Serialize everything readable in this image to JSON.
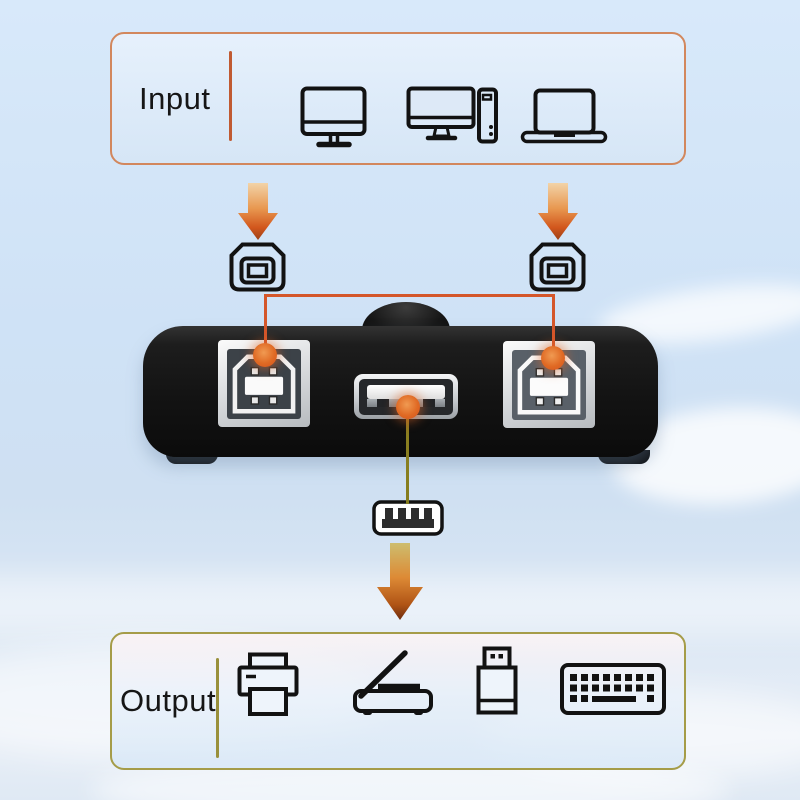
{
  "diagram_title": "usb-sharing-switch-connection-diagram",
  "sections": {
    "input": {
      "label": "Input",
      "border_color": "#d2875d",
      "divider_color": "#c05a32",
      "device_icons": [
        "monitor-icon",
        "desktop-pc-icon",
        "laptop-icon"
      ]
    },
    "output": {
      "label": "Output",
      "border_color": "#a59c48",
      "divider_color": "#99903b",
      "device_icons": [
        "printer-icon",
        "scanner-icon",
        "usb-flash-drive-icon",
        "keyboard-icon"
      ]
    }
  },
  "switch_device": {
    "name": "usb-sharing-switch",
    "body_color": "#131313",
    "ports": [
      "usb-b-port-left",
      "usb-a-port-center",
      "usb-b-port-right"
    ],
    "top_control": "selector-button"
  },
  "connectors": {
    "usb_b_plug_icons": 2,
    "usb_a_plug_icons": 1,
    "orange_line_color": "#d4562a",
    "olive_line_color": "#857d1e",
    "dot_color": "#e06a24",
    "arrow_gradient_top": [
      "#f2d3a8",
      "#e8974f",
      "#d2571d",
      "#9c3f17"
    ],
    "arrow_gradient_bottom": [
      "#cdbd6e",
      "#dd8a35",
      "#b05415",
      "#6e2c0e"
    ]
  },
  "background": {
    "top_color": "#d8e9fa",
    "bottom_color": "#dfe9f4",
    "cloud_color": "#ffffff"
  }
}
